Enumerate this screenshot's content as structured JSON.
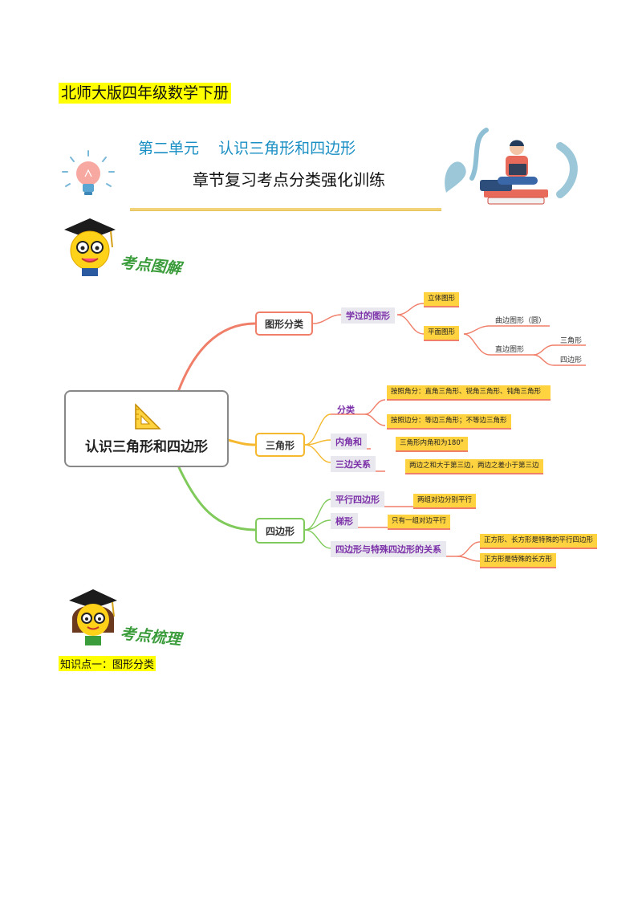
{
  "header": {
    "book_title": "北师大版四年级数学下册",
    "unit_title": "第二单元    认识三角形和四边形",
    "sub_title": "章节复习考点分类强化训练"
  },
  "sections": {
    "diagram_label": "考点图解",
    "review_label": "考点梳理"
  },
  "knowledge_point": "知识点一：图形分类",
  "mindmap": {
    "root": "认识三角形和四边形",
    "branches": {
      "classify": {
        "label": "图形分类",
        "sub": "学过的图形",
        "leaves": [
          "立体图形",
          "平面图形"
        ],
        "plane": [
          "曲边图形（圆）",
          "直边图形"
        ],
        "straight": [
          "三角形",
          "四边形"
        ]
      },
      "triangle": {
        "label": "三角形",
        "subs": [
          "分类",
          "内角和",
          "三边关系"
        ],
        "leaves": [
          "按照角分：直角三角形、锐角三角形、钝角三角形",
          "按照边分：等边三角形；不等边三角形",
          "三角形内角和为180°",
          "两边之和大于第三边，两边之差小于第三边"
        ]
      },
      "quad": {
        "label": "四边形",
        "subs": [
          "平行四边形",
          "梯形",
          "四边形与特殊四边形的关系"
        ],
        "leaves": [
          "两组对边分别平行",
          "只有一组对边平行",
          "正方形、长方形是特殊的平行四边形",
          "正方形是特殊的长方形"
        ]
      }
    },
    "colors": {
      "classify": "#f07f6a",
      "triangle": "#f5b82e",
      "quad": "#7fca5a",
      "leaf": "#ffd23f",
      "sub_text": "#7b2fa8"
    }
  }
}
